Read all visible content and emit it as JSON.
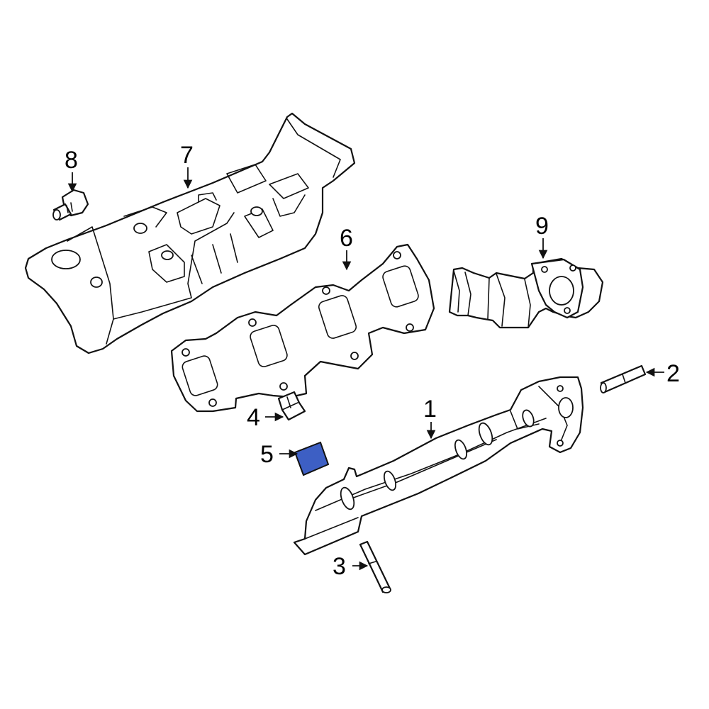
{
  "callouts": {
    "c1": "1",
    "c2": "2",
    "c3": "3",
    "c4": "4",
    "c5": "5",
    "c6": "6",
    "c7": "7",
    "c8": "8",
    "c9": "9"
  },
  "colors": {
    "highlight": "#3d5fc4",
    "line": "#111111",
    "background": "#ffffff"
  }
}
